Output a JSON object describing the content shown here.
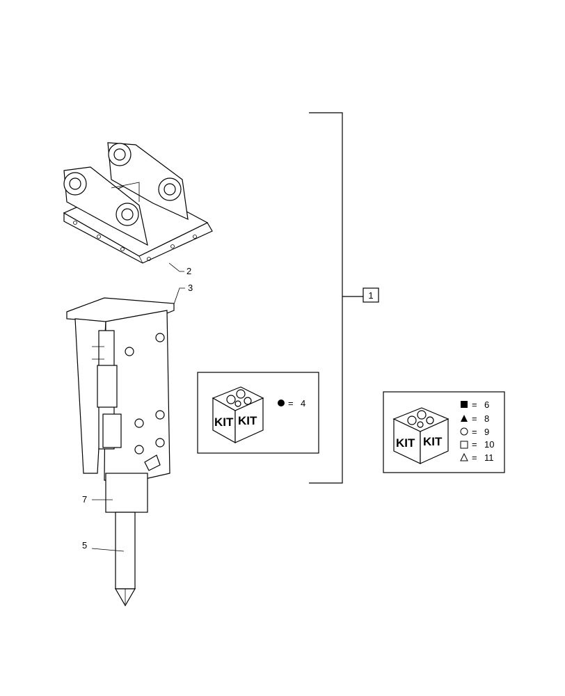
{
  "callouts": {
    "assembly": "1",
    "bracket": "2",
    "top_plate": "3",
    "chisel": "5",
    "lower_body": "7"
  },
  "kit_small": {
    "kit_text_left": "KIT",
    "kit_text_right": "KIT",
    "legend": [
      {
        "symbol": "filled-circle",
        "eq": "=",
        "number": "4"
      }
    ]
  },
  "kit_large": {
    "kit_text_left": "KIT",
    "kit_text_right": "KIT",
    "legend": [
      {
        "symbol": "filled-square",
        "eq": "=",
        "number": "6"
      },
      {
        "symbol": "filled-triangle",
        "eq": "=",
        "number": "8"
      },
      {
        "symbol": "open-circle",
        "eq": "=",
        "number": "9"
      },
      {
        "symbol": "open-square",
        "eq": "=",
        "number": "10"
      },
      {
        "symbol": "open-triangle",
        "eq": "=",
        "number": "11"
      }
    ]
  }
}
